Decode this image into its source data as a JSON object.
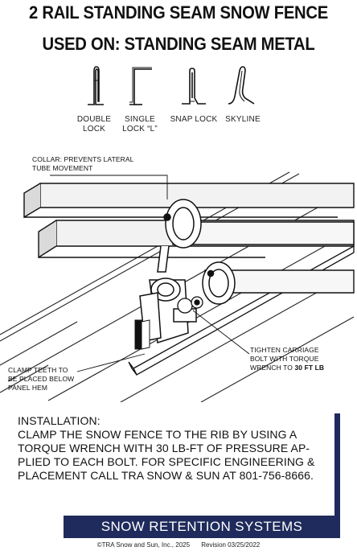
{
  "title": {
    "line1": "2 RAIL STANDING SEAM SNOW FENCE",
    "line2": "USED ON: STANDING SEAM METAL"
  },
  "seam_types": [
    {
      "label_line1": "DOUBLE",
      "label_line2": "LOCK",
      "icon": "double-lock-seam-icon"
    },
    {
      "label_line1": "SINGLE",
      "label_line2": "LOCK “L”",
      "icon": "single-lock-l-seam-icon"
    },
    {
      "label_line1": "SNAP LOCK",
      "label_line2": "",
      "icon": "snap-lock-seam-icon"
    },
    {
      "label_line1": "SKYLINE",
      "label_line2": "",
      "icon": "skyline-seam-icon"
    }
  ],
  "callouts": {
    "collar_line1": "COLLAR: PREVENTS LATERAL",
    "collar_line2": "TUBE MOVEMENT",
    "bolt_line1": "TIGHTEN CARRIAGE",
    "bolt_line2": "BOLT WITH TORQUE",
    "bolt_line3_prefix": "WRENCH TO ",
    "bolt_line3_bold": "30 FT LB",
    "clamp_line1": "CLAMP TEETH TO",
    "clamp_line2": "BE PLACED BELOW",
    "clamp_line3": "PANEL HEM"
  },
  "installation": {
    "heading": "INSTALLATION:",
    "body": "CLAMP THE SNOW FENCE TO THE RIB BY USING A TORQUE WRENCH WITH 30 LB-FT OF PRESSURE AP-PLIED TO EACH BOLT. FOR SPECIFIC ENGINEERING & PLACEMENT CALL TRA SNOW & SUN AT 801-756-8666."
  },
  "banner": "SNOW RETENTION SYSTEMS",
  "footer": {
    "copyright": "©TRA Snow and Sun, Inc., 2025",
    "revision": "Revision 03/25/2022"
  },
  "colors": {
    "navy": "#1f2b5c",
    "ink": "#111111"
  }
}
